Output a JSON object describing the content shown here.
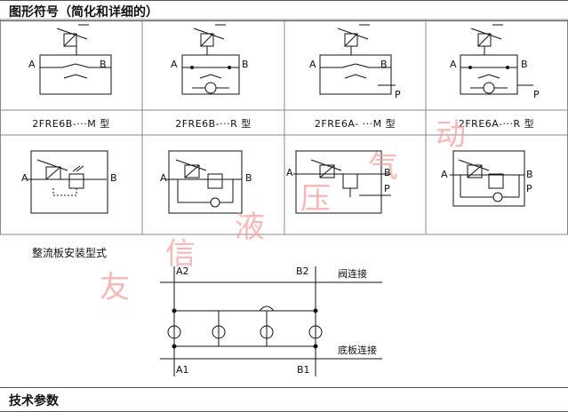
{
  "header": {
    "title": "图形符号（简化和详细的）"
  },
  "symbols": {
    "labels": [
      "2FRE6B-···M 型",
      "2FRE6B-···R 型",
      "2FRE6A- ···M 型",
      "2FRE6A-···R 型"
    ],
    "port_a": "A",
    "port_b": "B",
    "port_p": "P"
  },
  "mounting": {
    "title": "整流板安装型式",
    "port_a2": "A2",
    "port_b2": "B2",
    "port_a1": "A1",
    "port_b1": "B1",
    "valve_connection": "阀连接",
    "base_connection": "底板连接"
  },
  "footer": {
    "title": "技术参数"
  },
  "watermark": [
    "友",
    "信",
    "液",
    "压",
    "气",
    "动"
  ]
}
